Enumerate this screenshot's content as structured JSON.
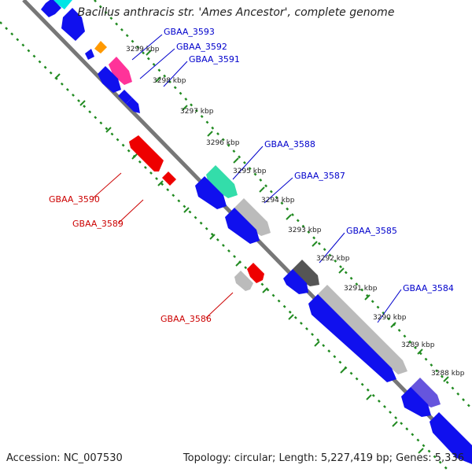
{
  "title": "Bacillus anthracis str. 'Ames Ancestor', complete genome",
  "footer": {
    "accession": "Accession: NC_007530",
    "summary": "Topology: circular; Length: 5,227,419 bp; Genes: 5,336"
  },
  "colors": {
    "forward_strand_label": "#0000cc",
    "reverse_strand_label": "#cc0000",
    "backbone": "#777777",
    "gc_dots": "#228b22"
  },
  "ticks": [
    "3299 kbp",
    "3298 kbp",
    "3297 kbp",
    "3296 kbp",
    "3295 kbp",
    "3294 kbp",
    "3293 kbp",
    "3292 kbp",
    "3291 kbp",
    "3290 kbp",
    "3289 kbp",
    "3288 kbp"
  ],
  "gene_labels": [
    {
      "text": "GBAA_3593",
      "strand": "forward"
    },
    {
      "text": "GBAA_3592",
      "strand": "forward"
    },
    {
      "text": "GBAA_3591",
      "strand": "forward"
    },
    {
      "text": "GBAA_3588",
      "strand": "forward"
    },
    {
      "text": "GBAA_3587",
      "strand": "forward"
    },
    {
      "text": "GBAA_3585",
      "strand": "forward"
    },
    {
      "text": "GBAA_3584",
      "strand": "forward"
    },
    {
      "text": "GBAA_3590",
      "strand": "reverse"
    },
    {
      "text": "GBAA_3589",
      "strand": "reverse"
    },
    {
      "text": "GBAA_3586",
      "strand": "reverse"
    }
  ]
}
